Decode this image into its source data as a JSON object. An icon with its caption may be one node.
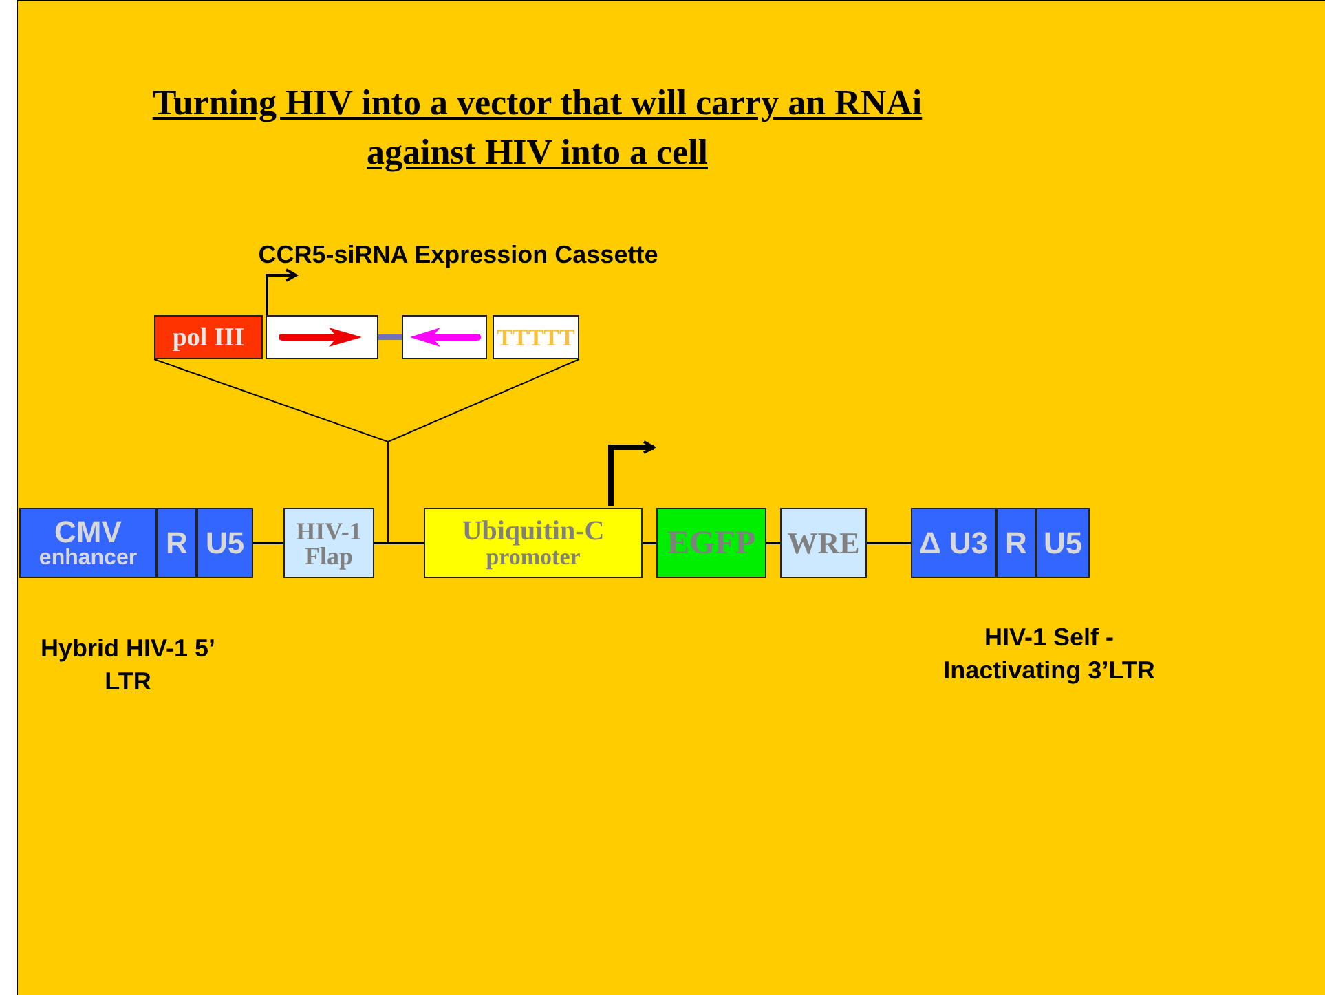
{
  "diagram": {
    "title": "Turning HIV into a vector that will carry an RNAi against HIV into a cell",
    "nodes": [
      {
        "text": [
          "pol III"
        ]
      },
      {
        "text": [],
        "shape": "box"
      },
      {
        "text": [],
        "shape": "box"
      },
      {
        "text": [
          "TTTTT"
        ]
      },
      {
        "text": [
          "CMV",
          "enhancer"
        ]
      },
      {
        "text": [
          "R"
        ]
      },
      {
        "text": [
          "U5"
        ]
      },
      {
        "text": [
          "HIV-1 Flap"
        ]
      },
      {
        "text": [
          "Ubiquitin-C",
          "promoter"
        ]
      },
      {
        "text": [
          "EGFP"
        ]
      },
      {
        "text": [
          "WRE"
        ]
      },
      {
        "text": [
          "Δ U3"
        ]
      },
      {
        "text": [
          "R"
        ]
      },
      {
        "text": [
          "U5"
        ]
      }
    ],
    "edges": [
      {
        "from": 1,
        "to": 2,
        "arrow": "none",
        "style": "thick",
        "color": "#6f6fc0"
      },
      {
        "from": 6,
        "to": 7,
        "arrow": "none"
      },
      {
        "from": 7,
        "to": 8,
        "arrow": "none"
      },
      {
        "from": 8,
        "to": 9,
        "arrow": "none"
      },
      {
        "from": 9,
        "to": 10,
        "arrow": "none"
      },
      {
        "from": 10,
        "to": 11,
        "arrow": "none"
      }
    ],
    "labels": [
      "CCR5-siRNA Expression Cassette",
      "Hybrid HIV-1 5’ LTR",
      "HIV-1 Self - Inactivating 3’LTR"
    ]
  }
}
